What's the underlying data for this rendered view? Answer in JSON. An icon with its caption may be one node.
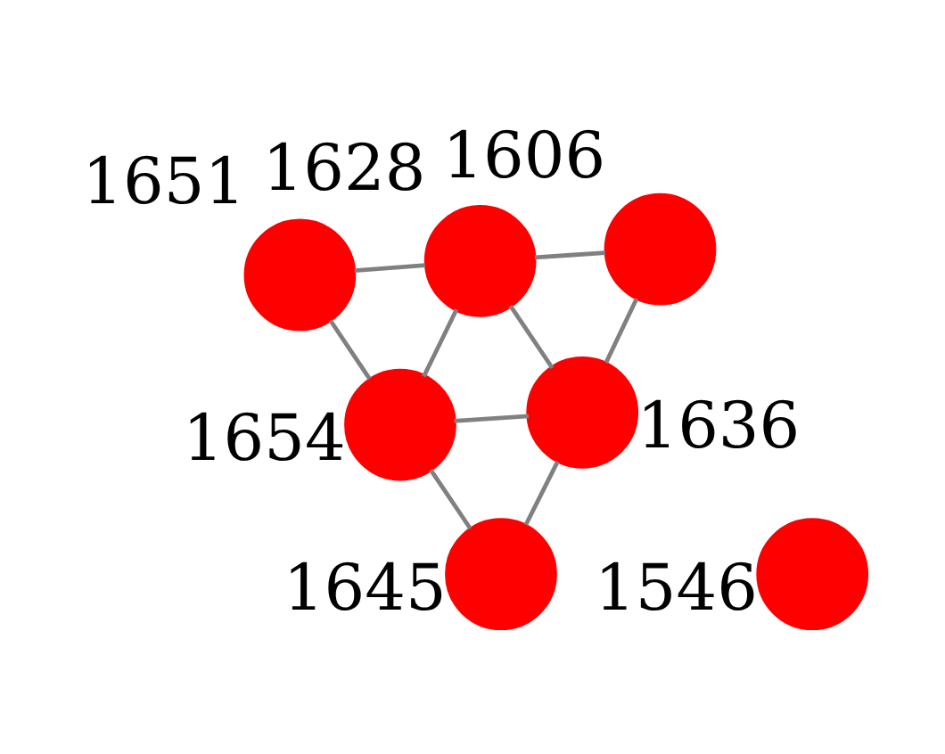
{
  "diagram": {
    "nodes": [
      {
        "text": [
          "1645"
        ]
      },
      {
        "text": [
          "1636"
        ]
      },
      {
        "text": [
          "1654"
        ]
      },
      {
        "text": [
          "1546"
        ]
      },
      {
        "text": [
          "1606"
        ]
      },
      {
        "text": [
          "1628"
        ]
      },
      {
        "text": [
          "1651"
        ]
      }
    ],
    "edges": [
      {
        "from": 0,
        "to": 1,
        "arrow": "none"
      },
      {
        "from": 0,
        "to": 2,
        "arrow": "none"
      },
      {
        "from": 1,
        "to": 2,
        "arrow": "none"
      },
      {
        "from": 1,
        "to": 4,
        "arrow": "none"
      },
      {
        "from": 1,
        "to": 5,
        "arrow": "none"
      },
      {
        "from": 2,
        "to": 5,
        "arrow": "none"
      },
      {
        "from": 2,
        "to": 6,
        "arrow": "none"
      },
      {
        "from": 4,
        "to": 5,
        "arrow": "none"
      },
      {
        "from": 5,
        "to": 6,
        "arrow": "none"
      }
    ]
  }
}
